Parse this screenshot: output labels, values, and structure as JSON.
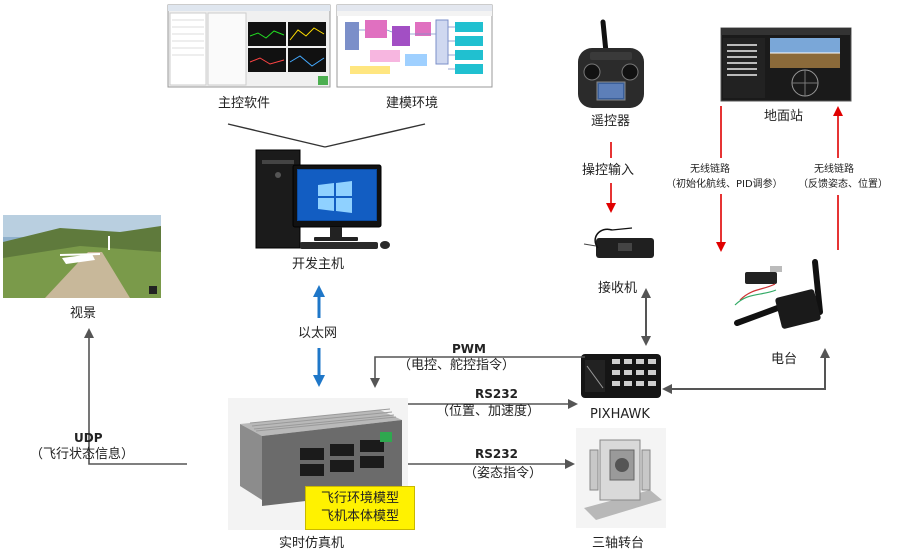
{
  "nodes": {
    "main_software": "主控软件",
    "modeling_env": "建模环境",
    "remote_controller": "遥控器",
    "ground_station": "地面站",
    "dev_host": "开发主机",
    "visual": "视景",
    "receiver": "接收机",
    "radio": "电台",
    "pixhawk": "PIXHAWK",
    "realtime_sim": "实时仿真机",
    "turntable": "三轴转台"
  },
  "model_box": {
    "line1": "飞行环境模型",
    "line2": "飞机本体模型"
  },
  "edges": {
    "control_input": "操控输入",
    "ethernet": "以太网",
    "wireless_left_title": "无线链路",
    "wireless_left_desc": "（初始化航线、PID调参）",
    "wireless_right_title": "无线链路",
    "wireless_right_desc": "（反馈姿态、位置）",
    "pwm_title": "PWM",
    "pwm_desc": "（电控、舵控指令）",
    "rs232_top_title": "RS232",
    "rs232_top_desc": "（位置、加速度）",
    "rs232_bottom_title": "RS232",
    "rs232_bottom_desc": "（姿态指令）",
    "udp_title": "UDP",
    "udp_desc": "（飞行状态信息）"
  },
  "colors": {
    "red_link": "#e00000",
    "blue_link": "#1f77c8",
    "dark_link": "#555555",
    "highlight": "#fff200"
  }
}
